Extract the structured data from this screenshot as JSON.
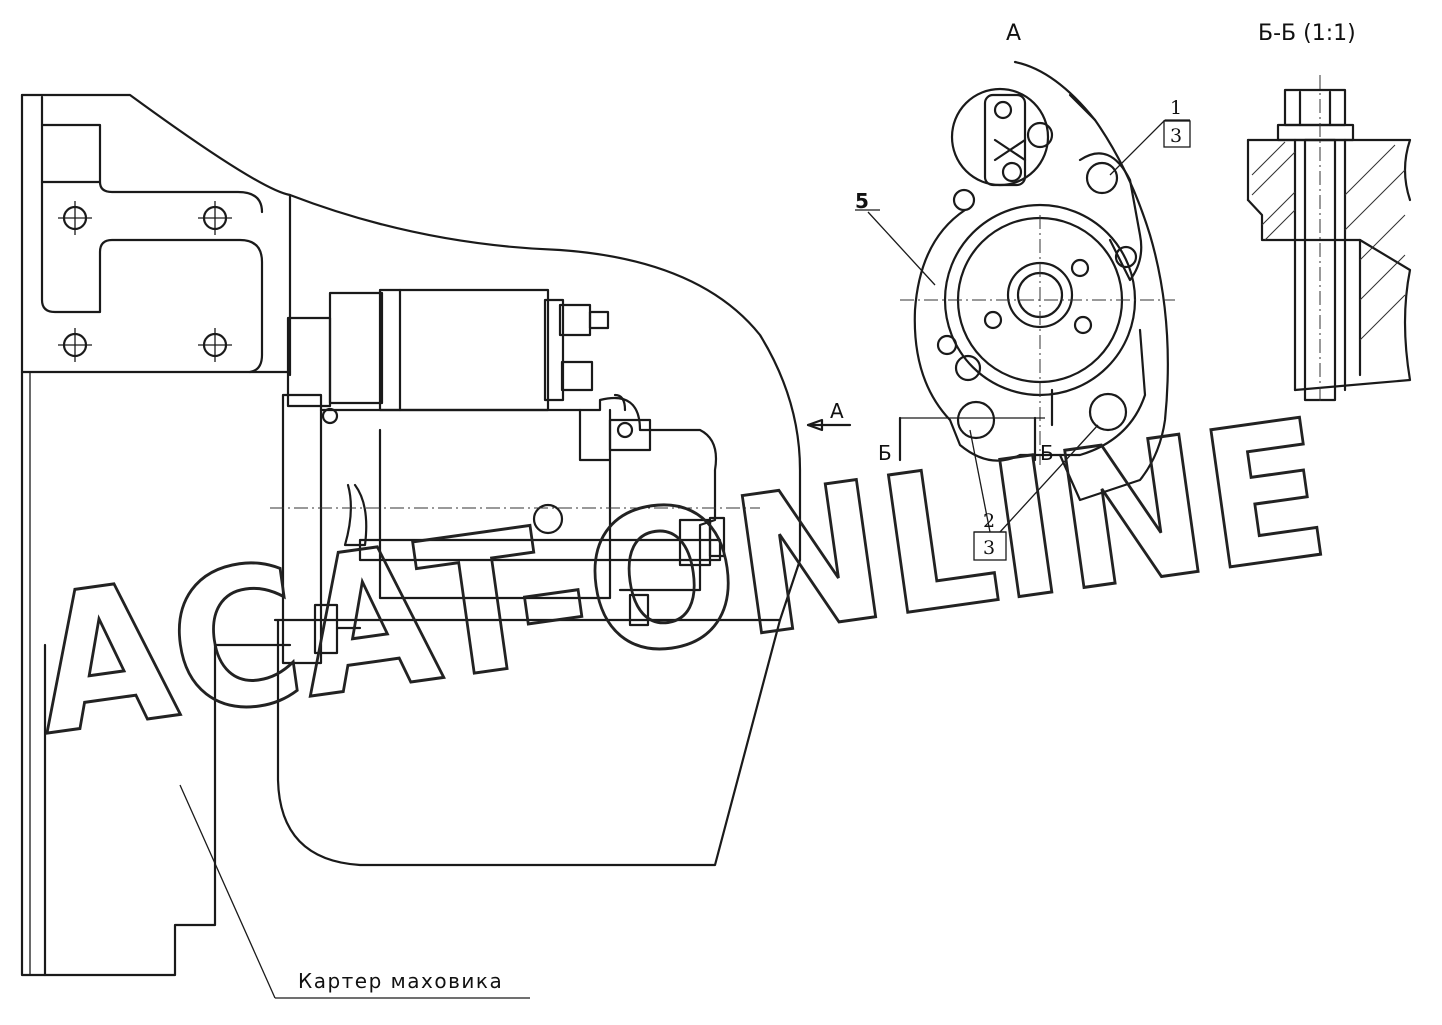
{
  "labels": {
    "view_a": "А",
    "section_bb": "Б-Б (1:1)",
    "callout_5": "5",
    "callout_1": "1",
    "callout_3_top": "3",
    "callout_2": "2",
    "callout_3_bottom": "3",
    "section_mark_a": "А",
    "section_mark_b_left": "Б",
    "section_mark_b_right": "Б",
    "flywheel_housing": "Картер маховика"
  },
  "watermark": {
    "text": "ACAT-ONLINE",
    "color": "#222222"
  },
  "colors": {
    "line": "#1a1a1a",
    "background": "#ffffff"
  }
}
